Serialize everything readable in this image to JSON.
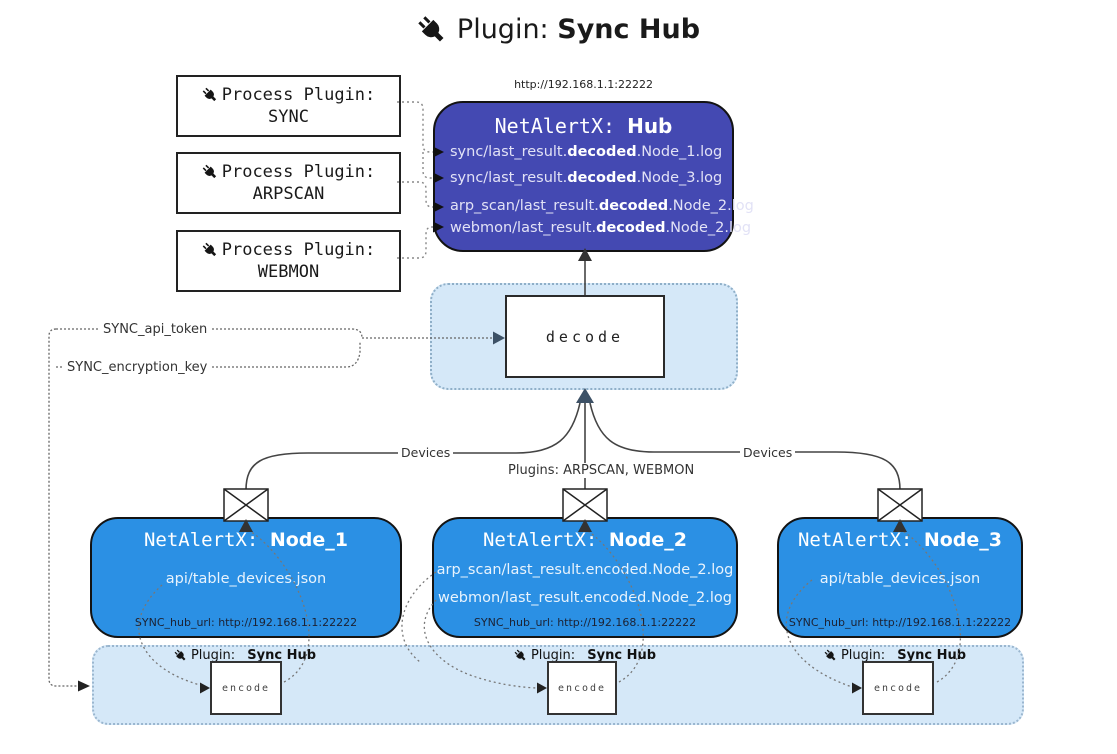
{
  "title": {
    "prefix": "Plugin:",
    "bold": "Sync Hub"
  },
  "process_plugins": [
    {
      "label": "Process Plugin:",
      "name": "SYNC"
    },
    {
      "label": "Process Plugin:",
      "name": "ARPSCAN"
    },
    {
      "label": "Process Plugin:",
      "name": "WEBMON"
    }
  ],
  "hub": {
    "url": "http://192.168.1.1:22222",
    "title_prefix": "NetAlertX:",
    "title_bold": "Hub",
    "logs": [
      {
        "pre": "sync/last_result.",
        "bold": "decoded",
        "post": ".Node_1.log"
      },
      {
        "pre": "sync/last_result.",
        "bold": "decoded",
        "post": ".Node_3.log"
      },
      {
        "pre": "arp_scan/last_result.",
        "bold": "decoded",
        "post": ".Node_2.log"
      },
      {
        "pre": "webmon/last_result.",
        "bold": "decoded",
        "post": ".Node_2.log"
      }
    ]
  },
  "decode_label": "decode",
  "secrets": {
    "api_token": "SYNC_api_token",
    "encryption_key": "SYNC_encryption_key"
  },
  "edge_labels": {
    "devices_left": "Devices",
    "devices_right": "Devices",
    "plugins": "Plugins: ARPSCAN, WEBMON"
  },
  "nodes": [
    {
      "title_prefix": "NetAlertX:",
      "title_bold": "Node_1",
      "files": [
        "api/table_devices.json"
      ],
      "hub_url": "SYNC_hub_url: http://192.168.1.1:22222"
    },
    {
      "title_prefix": "NetAlertX:",
      "title_bold": "Node_2",
      "files": [
        "arp_scan/last_result.encoded.Node_2.log",
        "webmon/last_result.encoded.Node_2.log"
      ],
      "hub_url": "SYNC_hub_url: http://192.168.1.1:22222"
    },
    {
      "title_prefix": "NetAlertX:",
      "title_bold": "Node_3",
      "files": [
        "api/table_devices.json"
      ],
      "hub_url": "SYNC_hub_url: http://192.168.1.1:22222"
    }
  ],
  "band": {
    "sections": [
      {
        "prefix": "Plugin:",
        "bold": "Sync Hub",
        "encode": "encode"
      },
      {
        "prefix": "Plugin:",
        "bold": "Sync Hub",
        "encode": "encode"
      },
      {
        "prefix": "Plugin:",
        "bold": "Sync Hub",
        "encode": "encode"
      }
    ]
  },
  "colors": {
    "hub_fill": "#4449b2",
    "node_fill": "#2b90e4",
    "panel_fill": "#d5e8f8",
    "arrow_dark": "#3d5166"
  }
}
